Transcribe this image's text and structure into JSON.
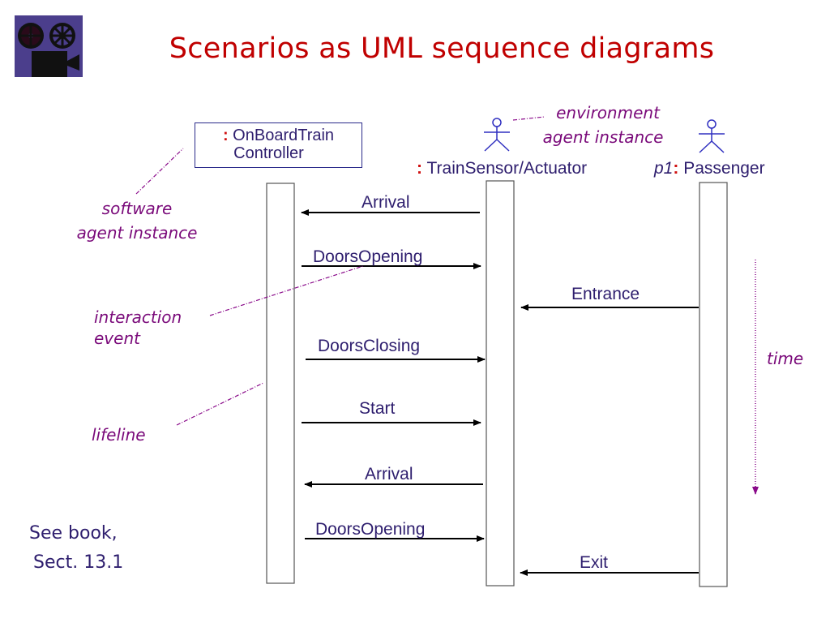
{
  "slide": {
    "title": "Scenarios as UML sequence diagrams",
    "logo_icon": "film-projector-icon",
    "colors": {
      "title": "#c00000",
      "annotation": "#7a0a7a",
      "label_text": "#2e1e6e",
      "instance_colon": "#d01010",
      "actor_stroke": "#3030c0",
      "logo_bg": "#4b3e8c"
    }
  },
  "participants": [
    {
      "id": "controller",
      "kind": "software-object",
      "prefix": ":",
      "name_line1": "OnBoardTrain",
      "name_line2": "Controller"
    },
    {
      "id": "sensor",
      "kind": "actor",
      "prefix": ":",
      "name": "TrainSensor/Actuator"
    },
    {
      "id": "passenger",
      "kind": "actor",
      "instance": "p1",
      "prefix": ":",
      "name": "Passenger"
    }
  ],
  "messages": [
    {
      "label": "Arrival",
      "from": "sensor",
      "to": "controller"
    },
    {
      "label": "DoorsOpening",
      "from": "controller",
      "to": "sensor"
    },
    {
      "label": "Entrance",
      "from": "passenger",
      "to": "sensor"
    },
    {
      "label": "DoorsClosing",
      "from": "controller",
      "to": "sensor"
    },
    {
      "label": "Start",
      "from": "controller",
      "to": "sensor"
    },
    {
      "label": "Arrival",
      "from": "sensor",
      "to": "controller"
    },
    {
      "label": "DoorsOpening",
      "from": "controller",
      "to": "sensor"
    },
    {
      "label": "Exit",
      "from": "passenger",
      "to": "sensor"
    }
  ],
  "annotations": {
    "environment_line1": "environment",
    "environment_line2": "agent instance",
    "software_line1": "software",
    "software_line2": "agent instance",
    "interaction_line1": "interaction",
    "interaction_line2": "event",
    "lifeline": "lifeline",
    "time": "time"
  },
  "side_note": {
    "line1": "See book,",
    "line2": "Sect. 13.1"
  }
}
